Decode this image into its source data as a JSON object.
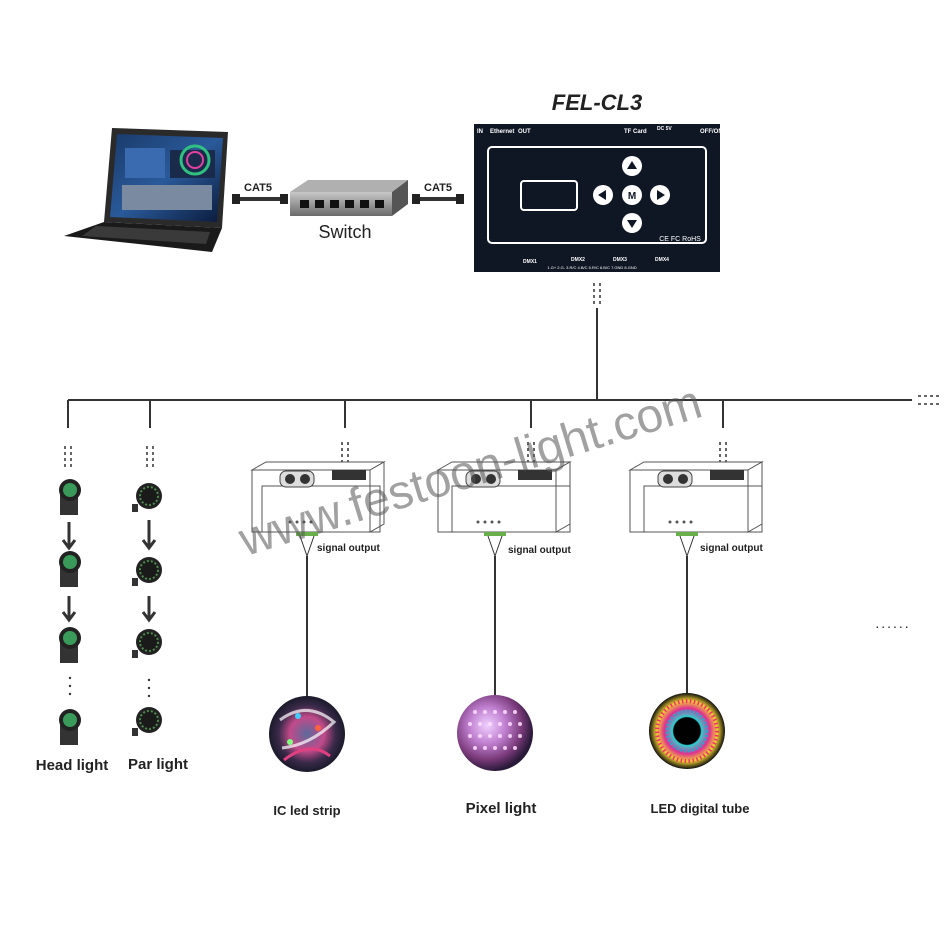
{
  "controller": {
    "title": "FEL-CL3",
    "top_labels": {
      "in": "IN",
      "ethernet": "Ethernet",
      "out": "OUT",
      "tf_card": "TF Card",
      "dc": "DC 5V",
      "power": "OFF/ON"
    },
    "center_button": "M",
    "certifications": "CE FC RoHS",
    "dmx_ports": [
      "DMX1",
      "DMX2",
      "DMX3",
      "DMX4"
    ],
    "pin_labels": "1.G+  2.G-  3.R/C  4.B/C  5.R/C  6.B/C  7.GND  8.GND",
    "colors": {
      "body": "#0f1624",
      "accent": "#ffffff"
    }
  },
  "network": {
    "cable_left": "CAT5",
    "cable_right": "CAT5",
    "switch_label": "Switch"
  },
  "watermark": "www.festoon-light.com",
  "fixtures": [
    {
      "label": "Head light",
      "icon": "moving-head-light-icon"
    },
    {
      "label": "Par light",
      "icon": "par-light-icon"
    }
  ],
  "decoders": [
    {
      "output_label": "signal output",
      "device_label": "IC led strip",
      "device_icon": "led-strip-photo"
    },
    {
      "output_label": "signal output",
      "device_label": "Pixel light",
      "device_icon": "pixel-light-photo"
    },
    {
      "output_label": "signal output",
      "device_label": "LED digital tube",
      "device_icon": "digital-tube-photo"
    }
  ],
  "continuation": "......"
}
